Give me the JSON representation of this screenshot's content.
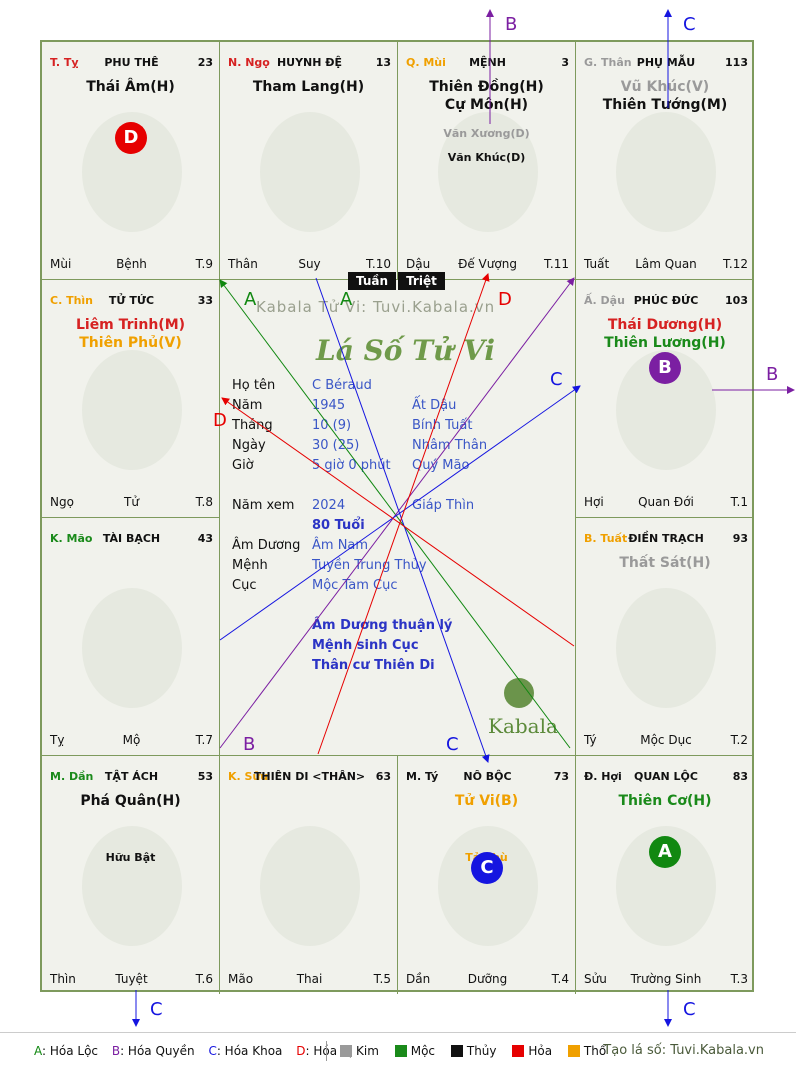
{
  "cells": [
    {
      "branch": "T. Tỵ",
      "branch_color": "#d62222",
      "name": "PHU THÊ",
      "num": "23",
      "stars": [
        {
          "t": "Thái Âm(H)",
          "c": "#111"
        }
      ],
      "minor": [],
      "foot": [
        "Mùi",
        "Bệnh",
        "T.9"
      ]
    },
    {
      "branch": "N. Ngọ",
      "branch_color": "#d62222",
      "name": "HUYNH ĐỆ",
      "num": "13",
      "stars": [
        {
          "t": "Tham Lang(H)",
          "c": "#111"
        }
      ],
      "minor": [],
      "foot": [
        "Thân",
        "Suy",
        "T.10"
      ]
    },
    {
      "branch": "Q. Mùi",
      "branch_color": "#f0a000",
      "name": "MỆNH",
      "num": "3",
      "stars": [
        {
          "t": "Thiên Đồng(H)",
          "c": "#111"
        },
        {
          "t": "Cự Môn(H)",
          "c": "#111"
        }
      ],
      "minor": [
        {
          "t": "Văn Xương(D)",
          "c": "#9a9a9a"
        },
        {
          "t": "Văn Khúc(D)",
          "c": "#111"
        }
      ],
      "foot": [
        "Dậu",
        "Đế Vượng",
        "T.11"
      ]
    },
    {
      "branch": "G. Thân",
      "branch_color": "#9a9a9a",
      "name": "PHỤ MẪU",
      "num": "113",
      "stars": [
        {
          "t": "Vũ Khúc(V)",
          "c": "#9a9a9a"
        },
        {
          "t": "Thiên Tướng(M)",
          "c": "#111"
        }
      ],
      "minor": [],
      "foot": [
        "Tuất",
        "Lâm Quan",
        "T.12"
      ]
    },
    {
      "branch": "C. Thìn",
      "branch_color": "#f0a000",
      "name": "TỬ TỨC",
      "num": "33",
      "stars": [
        {
          "t": "Liêm Trinh(M)",
          "c": "#d62222"
        },
        {
          "t": "Thiên Phủ(V)",
          "c": "#f0a000"
        }
      ],
      "minor": [],
      "foot": [
        "Ngọ",
        "Tử",
        "T.8"
      ]
    },
    {
      "branch": "Ấ. Dậu",
      "branch_color": "#9a9a9a",
      "name": "PHÚC ĐỨC",
      "num": "103",
      "stars": [
        {
          "t": "Thái Dương(H)",
          "c": "#d62222"
        },
        {
          "t": "Thiên Lương(H)",
          "c": "#1a8a1a"
        }
      ],
      "minor": [],
      "foot": [
        "Hợi",
        "Quan Đới",
        "T.1"
      ]
    },
    {
      "branch": "K. Mão",
      "branch_color": "#1a8a1a",
      "name": "TÀI BẠCH",
      "num": "43",
      "stars": [],
      "minor": [],
      "foot": [
        "Tỵ",
        "Mộ",
        "T.7"
      ]
    },
    {
      "branch": "B. Tuất",
      "branch_color": "#f0a000",
      "name": "ĐIỀN TRẠCH",
      "num": "93",
      "stars": [
        {
          "t": "Thất Sát(H)",
          "c": "#9a9a9a"
        }
      ],
      "minor": [],
      "foot": [
        "Tý",
        "Mộc Dục",
        "T.2"
      ]
    },
    {
      "branch": "M. Dần",
      "branch_color": "#1a8a1a",
      "name": "TẬT ÁCH",
      "num": "53",
      "stars": [
        {
          "t": "Phá Quân(H)",
          "c": "#111"
        }
      ],
      "minor": [
        {
          "t": "Hữu Bật",
          "c": "#111"
        }
      ],
      "foot": [
        "Thìn",
        "Tuyệt",
        "T.6"
      ]
    },
    {
      "branch": "K. Sửu",
      "branch_color": "#f0a000",
      "name": "THIÊN DI <THÂN>",
      "num": "63",
      "stars": [],
      "minor": [],
      "foot": [
        "Mão",
        "Thai",
        "T.5"
      ]
    },
    {
      "branch": "M. Tý",
      "branch_color": "#111",
      "name": "NÔ BỘC",
      "num": "73",
      "stars": [
        {
          "t": "Tử Vi(B)",
          "c": "#f0a000"
        }
      ],
      "minor": [
        {
          "t": "Tả Phù",
          "c": "#f0a000"
        }
      ],
      "foot": [
        "Dần",
        "Dưỡng",
        "T.4"
      ]
    },
    {
      "branch": "Đ. Hợi",
      "branch_color": "#111",
      "name": "QUAN LỘC",
      "num": "83",
      "stars": [
        {
          "t": "Thiên Cơ(H)",
          "c": "#1a8a1a"
        }
      ],
      "minor": [],
      "foot": [
        "Sửu",
        "Trường Sinh",
        "T.3"
      ]
    }
  ],
  "markers": [
    {
      "letter": "D",
      "color": "#e60000"
    },
    {
      "letter": "B",
      "color": "#7b1fa2"
    },
    {
      "letter": "C",
      "color": "#1515e0"
    },
    {
      "letter": "A",
      "color": "#118811"
    }
  ],
  "center": {
    "watermark": "Kabala Tử Vi: Tuvi.Kabala.vn",
    "logo": "Lá Số Tử Vi",
    "brand": "Kabala",
    "rows": [
      {
        "label": "Họ tên",
        "v1": "C Béraud",
        "v2": ""
      },
      {
        "label": "Năm",
        "v1": "1945",
        "v2": "Ất Dậu"
      },
      {
        "label": "Tháng",
        "v1": "10  (9)",
        "v2": "Bính Tuất"
      },
      {
        "label": "Ngày",
        "v1": "30  (25)",
        "v2": "Nhâm Thân"
      },
      {
        "label": "Giờ",
        "v1": "5 giờ 0 phút",
        "v2": "Quý Mão"
      },
      {
        "label": "Năm xem",
        "v1": "2024",
        "v2": "Giáp Thìn"
      },
      {
        "label": "",
        "v1": "80 Tuổi",
        "v2": ""
      },
      {
        "label": "Âm Dương",
        "v1": "Âm Nam",
        "v2": ""
      },
      {
        "label": "Mệnh",
        "v1": "Tuyền Trung Thủy",
        "v2": ""
      },
      {
        "label": "Cục",
        "v1": "Mộc Tam Cục",
        "v2": ""
      }
    ],
    "notes": [
      "Âm Dương thuận lý",
      "Mệnh sinh Cục",
      "Thân cư Thiên Di"
    ]
  },
  "tuan": "Tuần",
  "triet": "Triệt",
  "line_labels": {
    "a": "A",
    "b": "B",
    "c": "C",
    "d": "D"
  },
  "legend": {
    "items": [
      {
        "k": "A",
        "t": ": Hóa Lộc",
        "c": "#118811"
      },
      {
        "k": "B",
        "t": ": Hóa Quyền",
        "c": "#7b1fa2"
      },
      {
        "k": "C",
        "t": ": Hóa Khoa",
        "c": "#1515e0"
      },
      {
        "k": "D",
        "t": ": Hóa Kị",
        "c": "#e60000"
      }
    ],
    "elements": [
      {
        "t": "Kim",
        "c": "#9a9a9a"
      },
      {
        "t": "Mộc",
        "c": "#1a8a1a"
      },
      {
        "t": "Thủy",
        "c": "#111111"
      },
      {
        "t": "Hỏa",
        "c": "#e60000"
      },
      {
        "t": "Thổ",
        "c": "#f0a000"
      }
    ],
    "site": "Tạo lá số: Tuvi.Kabala.vn"
  }
}
